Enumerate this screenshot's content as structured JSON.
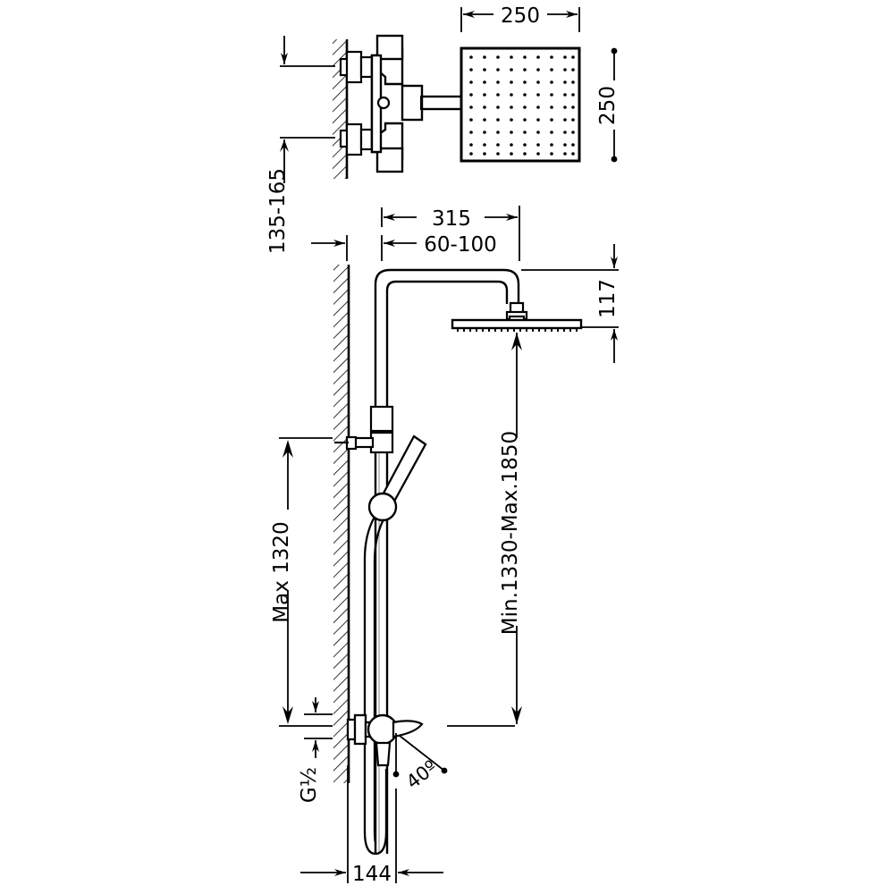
{
  "drawing": {
    "title": "Shower column technical drawing",
    "type": "dimensioned-line-drawing",
    "units": "mm",
    "line_color": "#000000",
    "background_color": "#ffffff"
  },
  "dimensions": {
    "head_width_top": "250",
    "head_height_top": "250",
    "wall_to_rail_inlet": "135-165",
    "arm_reach": "315",
    "wall_offset": "60-100",
    "head_drop": "117",
    "rail_height_max": "Max 1320",
    "head_height_range": "Min.1330-Max.1850",
    "connection_thread": "G½",
    "outlet_angle": "40º",
    "base_width": "144"
  },
  "parts": {
    "top_view_label": "wall-mounted thermostatic mixer with square rain head",
    "square_head": {
      "name": "square-shower-head",
      "nozzle_rows": 9,
      "nozzle_cols": 9
    },
    "round_head": {
      "name": "round-shower-head"
    },
    "hand_shower": {
      "name": "hand-shower"
    },
    "riser": {
      "name": "riser-pipe"
    },
    "mixer": {
      "name": "thermostatic-mixer"
    },
    "hose": {
      "name": "flexible-hose"
    },
    "wall": {
      "name": "wall-section-hatched"
    }
  }
}
